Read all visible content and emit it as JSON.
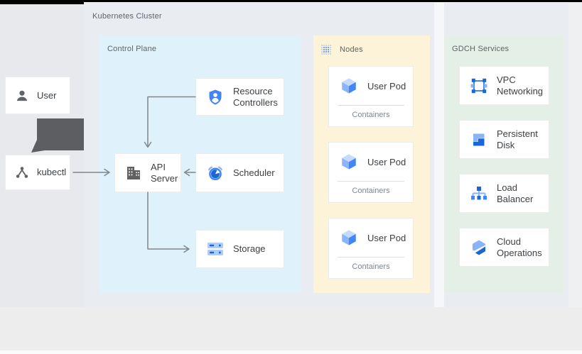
{
  "cluster": {
    "label": "Kubernetes Cluster"
  },
  "actors": {
    "user": {
      "label": "User",
      "icon": "person-icon"
    },
    "kubectl": {
      "label": "kubectl",
      "icon": "kubectl-icon"
    }
  },
  "control_plane": {
    "label": "Control Plane",
    "components": [
      {
        "id": "resource-controllers",
        "label": "Resource Controllers",
        "icon": "shield-user-icon"
      },
      {
        "id": "api-server",
        "label": "API Server",
        "icon": "building-icon"
      },
      {
        "id": "scheduler",
        "label": "Scheduler",
        "icon": "clock-icon"
      },
      {
        "id": "storage",
        "label": "Storage",
        "icon": "storage-icon"
      }
    ]
  },
  "nodes_panel": {
    "label": "Nodes",
    "icon": "dot-grid-icon",
    "pods": [
      {
        "label": "User Pod",
        "sublabel": "Containers",
        "icon": "cube-icon"
      },
      {
        "label": "User Pod",
        "sublabel": "Containers",
        "icon": "cube-icon"
      },
      {
        "label": "User Pod",
        "sublabel": "Containers",
        "icon": "cube-icon"
      }
    ]
  },
  "gdch_panel": {
    "label": "GDCH Services",
    "services": [
      {
        "label": "VPC Networking",
        "icon": "vpc-networking-icon"
      },
      {
        "label": "Persistent Disk",
        "icon": "persistent-disk-icon"
      },
      {
        "label": "Load Balancer",
        "icon": "load-balancer-icon"
      },
      {
        "label": "Cloud Operations",
        "icon": "cloud-operations-icon"
      }
    ]
  },
  "colors": {
    "control_plane_bg": "#dff1fb",
    "nodes_bg": "#fcf3d9",
    "gdch_bg": "#e4f0e7",
    "cluster_bg": "#e9edf1",
    "google_blue": "#4285f4",
    "dark_blue": "#1967d2",
    "light_blue": "#8ab4f8",
    "pale_blue": "#aecbfa",
    "arrow_gray": "#80868b",
    "thick_arrow_gray": "#5c5e62",
    "text_dark": "#3c4043",
    "text_muted": "#5f6368"
  }
}
